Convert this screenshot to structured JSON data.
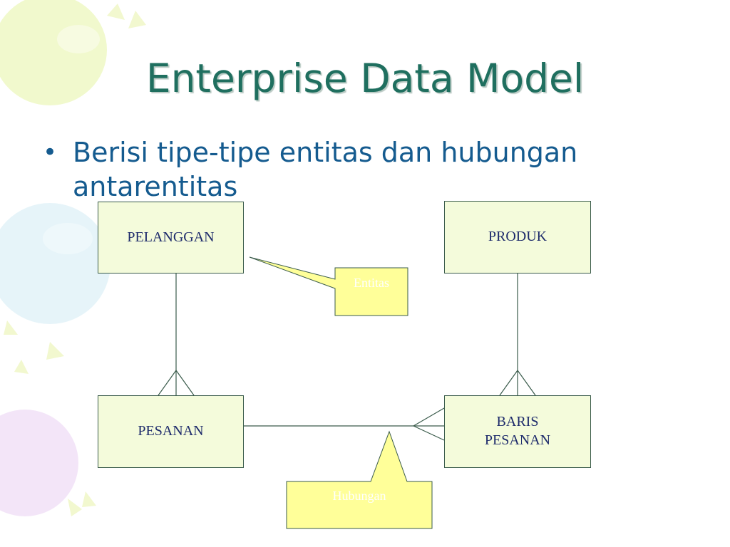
{
  "slide": {
    "title": "Enterprise Data Model",
    "bullet": "Berisi tipe-tipe entitas dan hubungan antarentitas"
  },
  "diagram": {
    "entities": {
      "pelanggan": "PELANGGAN",
      "produk": "PRODUK",
      "pesanan": "PESANAN",
      "baris_pesanan_line1": "BARIS",
      "baris_pesanan_line2": "PESANAN"
    },
    "callouts": {
      "entitas": "Entitas",
      "hubungan": "Hubungan"
    }
  },
  "colors": {
    "title": "#1f6f5f",
    "bullet": "#155b8f",
    "entity_fill": "#f4fbdb",
    "callout_fill": "#ffff99",
    "line": "#3a5b4b"
  }
}
